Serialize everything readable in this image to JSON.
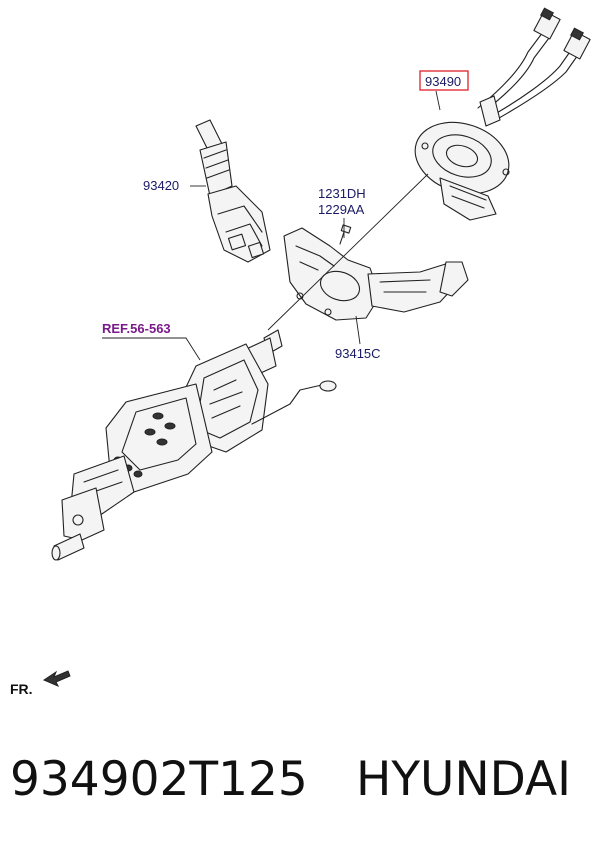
{
  "labels": {
    "clock_spring": "93490",
    "multifunction_switch": "93420",
    "screw_a": "1231DH",
    "screw_b": "1229AA",
    "switch_body": "93415C",
    "reference": "REF.56-563",
    "front_marker": "FR."
  },
  "caption": {
    "part_number": "934902T125",
    "brand": "HYUNDAI"
  },
  "colors": {
    "label_text": "#1a1a66",
    "reference_text": "#7a1a8a",
    "highlight_box": "#e0202a"
  }
}
